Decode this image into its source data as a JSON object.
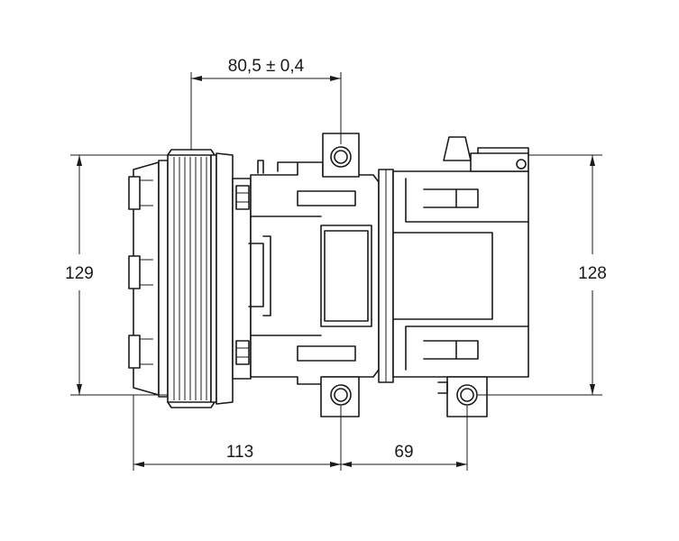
{
  "dimensions": {
    "top_width": "80,5 ± 0,4",
    "left_height": "129",
    "right_height": "128",
    "bottom_left": "113",
    "bottom_right": "69"
  }
}
